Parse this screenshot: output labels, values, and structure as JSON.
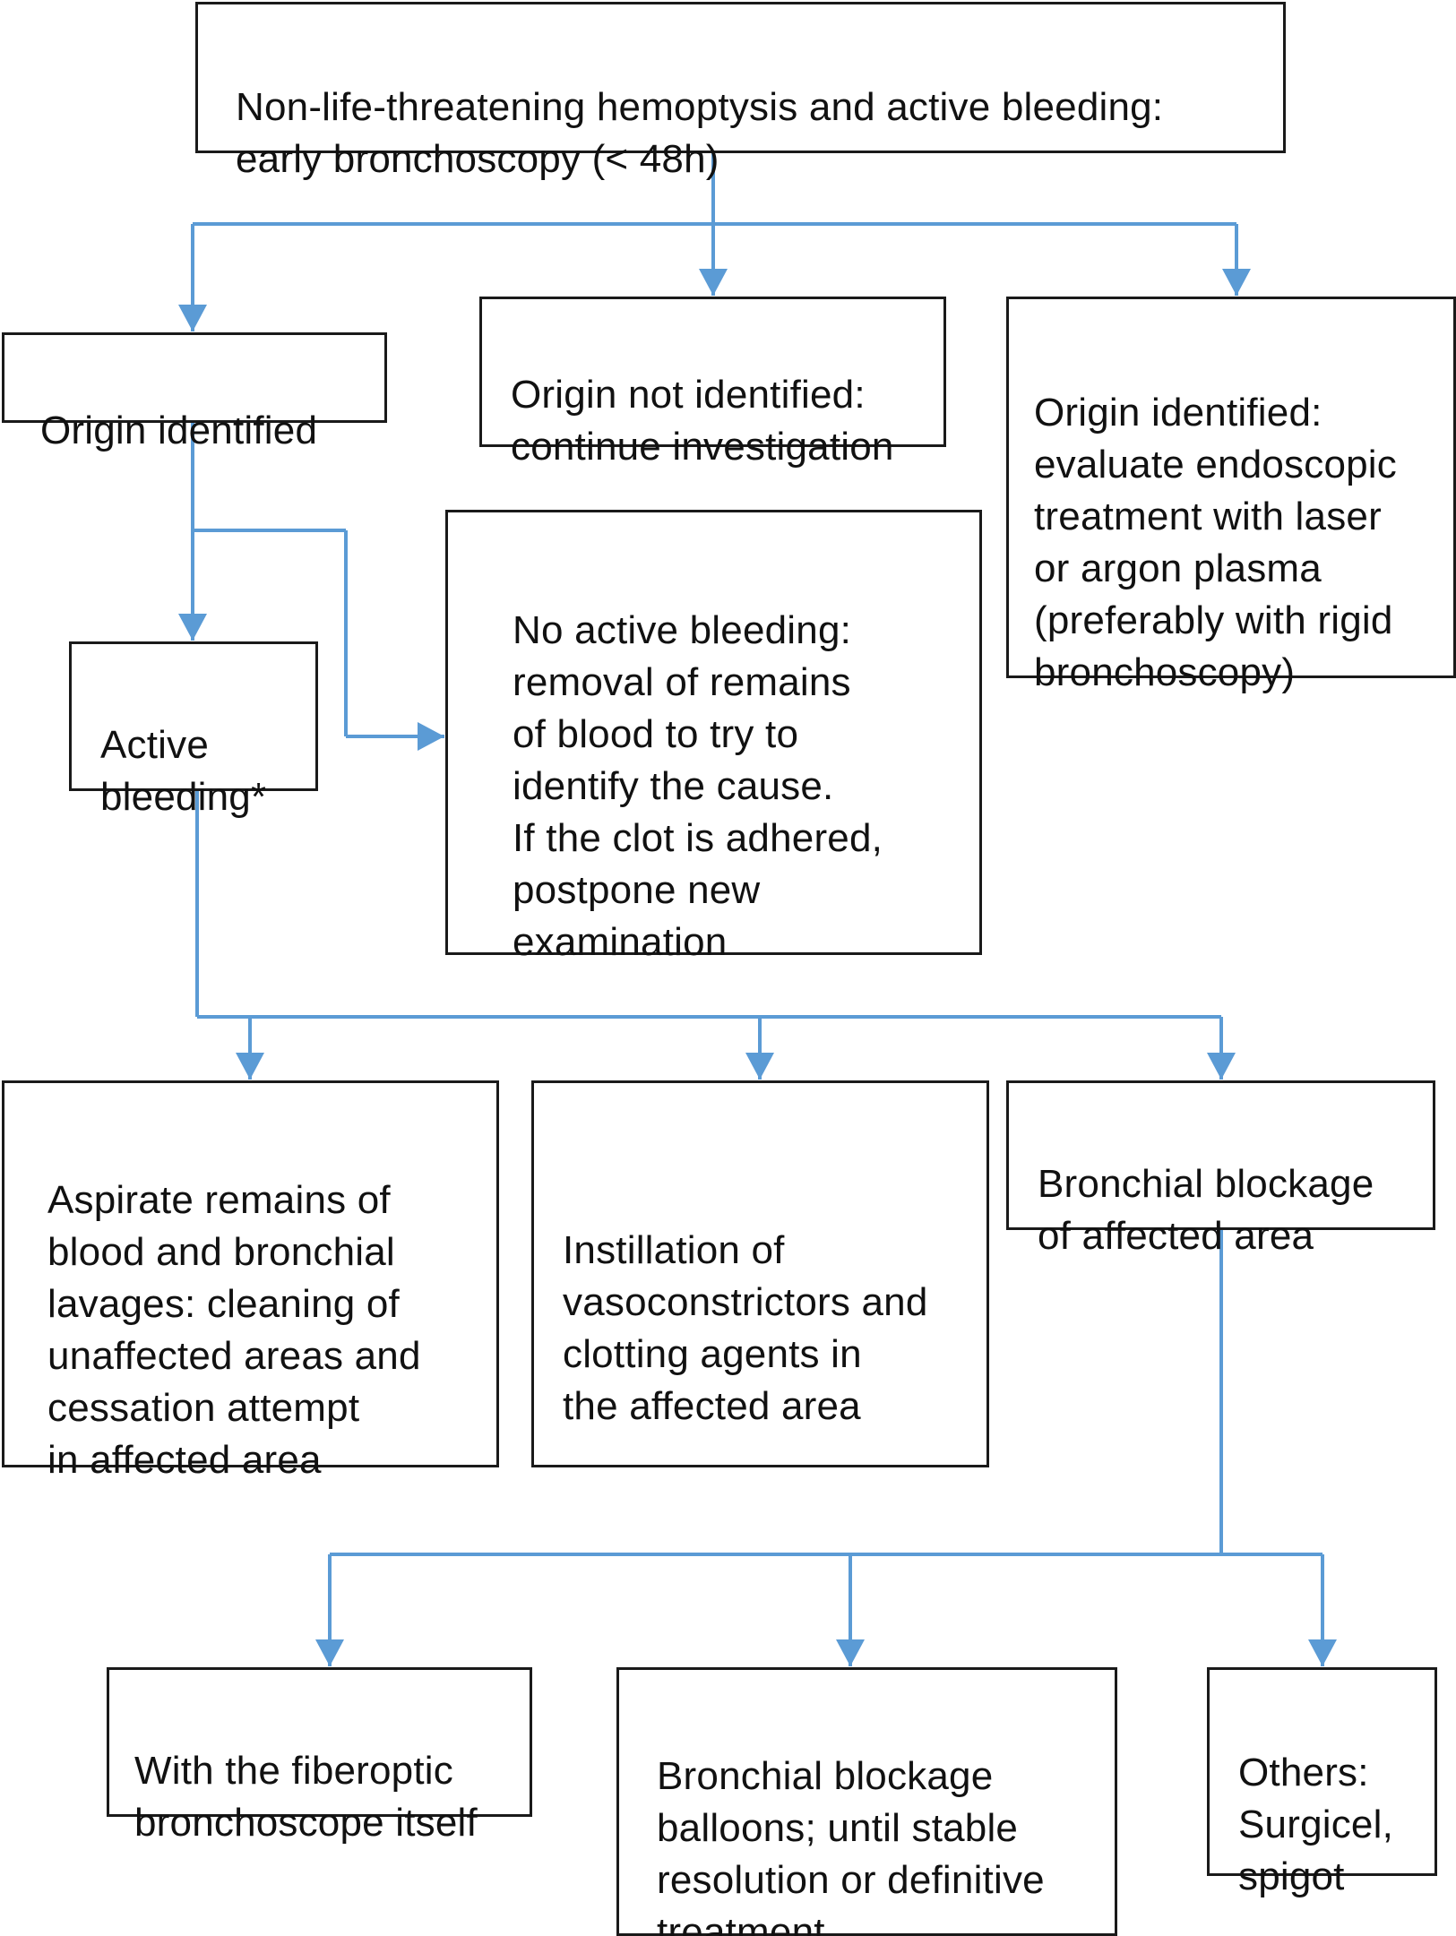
{
  "diagram": {
    "line_color": "#5b9bd5",
    "border_color": "#1a1a1a",
    "nodes": {
      "start": "Non-life-threatening hemoptysis and active bleeding:\nearly bronchoscopy (< 48h)",
      "origin_identified": "Origin identified",
      "origin_not_identified": "Origin not identified:\ncontinue investigation",
      "origin_identified_endoscopic": "Origin identified:\nevaluate endoscopic\ntreatment with laser\nor argon plasma\n(preferably with rigid\nbronchoscopy)",
      "active_bleeding": "Active\nbleeding*",
      "no_active_bleeding": "No active bleeding:\nremoval of remains\nof blood to try to\nidentify the cause.\nIf the clot is adhered,\npostpone new\nexamination",
      "aspirate": "Aspirate remains of\nblood and bronchial\nlavages: cleaning of\nunaffected areas and\ncessation attempt\nin affected area",
      "instillation": "Instillation of\nvasoconstrictors and\nclotting agents in\nthe affected area",
      "bronchial_blockage": "Bronchial blockage\nof affected area",
      "fiberoptic": "With the fiberoptic\nbronchoscope itself",
      "balloons": "Bronchial blockage\nballoons; until stable\nresolution or definitive\ntreatment",
      "others": "Others:\nSurgicel,\nspigot"
    }
  }
}
